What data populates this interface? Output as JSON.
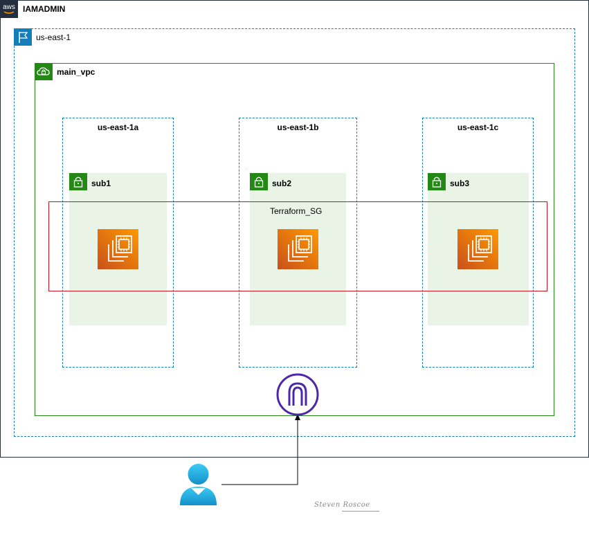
{
  "account": {
    "label": "IAMADMIN",
    "logo_icon": "aws-cloud-icon",
    "logo_text": "aws"
  },
  "region": {
    "label": "us-east-1",
    "icon": "region-flag-icon"
  },
  "vpc": {
    "label": "main_vpc",
    "icon": "vpc-cloud-lock-icon",
    "color": "#248814"
  },
  "availability_zones": [
    {
      "label": "us-east-1a"
    },
    {
      "label": "us-east-1b"
    },
    {
      "label": "us-east-1c"
    }
  ],
  "subnets": [
    {
      "label": "sub1",
      "icon": "private-subnet-lock-icon"
    },
    {
      "label": "sub2",
      "icon": "private-subnet-lock-icon"
    },
    {
      "label": "sub3",
      "icon": "private-subnet-lock-icon"
    }
  ],
  "security_group": {
    "label": "Terraform_SG",
    "color": "#c7131f"
  },
  "instances": [
    {
      "icon": "ec2-instance-icon"
    },
    {
      "icon": "ec2-instance-icon"
    },
    {
      "icon": "ec2-instance-icon"
    }
  ],
  "internet_gateway": {
    "icon": "internet-gateway-icon",
    "color": "#4d27aa"
  },
  "user": {
    "icon": "user-icon"
  },
  "signature": {
    "text": "Steven Roscoe"
  },
  "colors": {
    "region": "#147eba",
    "subnet_fill": "#e9f3e6",
    "ec2": "#ed7100"
  }
}
